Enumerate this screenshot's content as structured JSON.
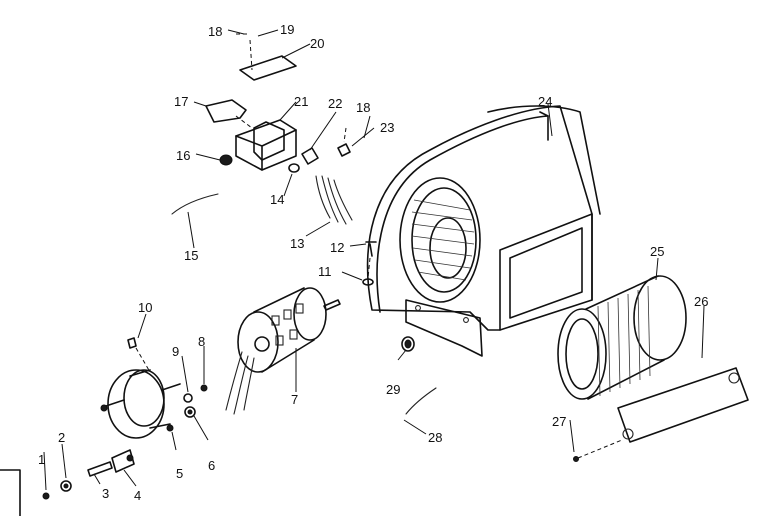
{
  "callouts": {
    "p1": "1",
    "p2": "2",
    "p3": "3",
    "p4": "4",
    "p5": "5",
    "p6": "6",
    "p7": "7",
    "p8": "8",
    "p9": "9",
    "p10": "10",
    "p11": "11",
    "p12": "12",
    "p13": "13",
    "p14": "14",
    "p15": "15",
    "p16": "16",
    "p17": "17",
    "p18a": "18",
    "p18b": "18",
    "p19": "19",
    "p20": "20",
    "p21": "21",
    "p22": "22",
    "p23": "23",
    "p24": "24",
    "p25": "25",
    "p26": "26",
    "p27": "27",
    "p28": "28",
    "p29": "29"
  }
}
